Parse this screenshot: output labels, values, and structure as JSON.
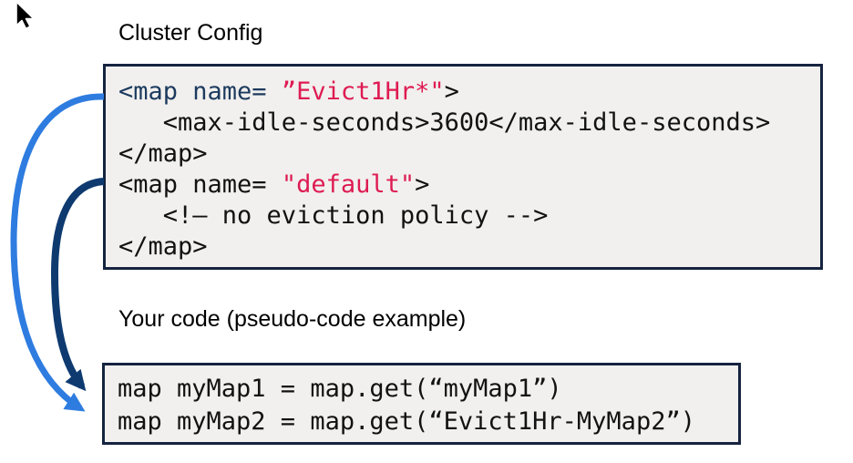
{
  "cluster_config": {
    "label": "Cluster Config",
    "lines": [
      {
        "pre": "<map name= ",
        "name": "”Evict1Hr*\"",
        "post": ">"
      },
      {
        "text": "   <max-idle-seconds>3600</max-idle-seconds>"
      },
      {
        "text": "</map>"
      },
      {
        "pre": "<map name= ",
        "name": "\"default\"",
        "post": ">"
      },
      {
        "text": "   <!– no eviction policy -->"
      },
      {
        "text": "</map>"
      }
    ]
  },
  "your_code": {
    "label": "Your code (pseudo-code example)",
    "lines": [
      {
        "text": "map myMap1 = map.get(“myMap1”)"
      },
      {
        "text": "map myMap2 = map.get(“Evict1Hr-MyMap2”)"
      }
    ]
  },
  "arrows": [
    {
      "id": "arrow-evict1hr-to-mymap2",
      "color": "#2e7ce0",
      "from": "Evict1Hr* map config line",
      "to": "map.get(“Evict1Hr-MyMap2”) line"
    },
    {
      "id": "arrow-default-to-mymap1",
      "color": "#0e3a70",
      "from": "default map config line",
      "to": "map.get(“myMap1”) line"
    }
  ],
  "colors": {
    "box_border": "#15233f",
    "box_background": "#f1f0ee",
    "code_text": "#121212",
    "tag_navy": "#1c3a5e",
    "string_red": "#de1b52",
    "arrow_light_blue": "#2e7ce0",
    "arrow_dark_navy": "#0e3a70"
  }
}
